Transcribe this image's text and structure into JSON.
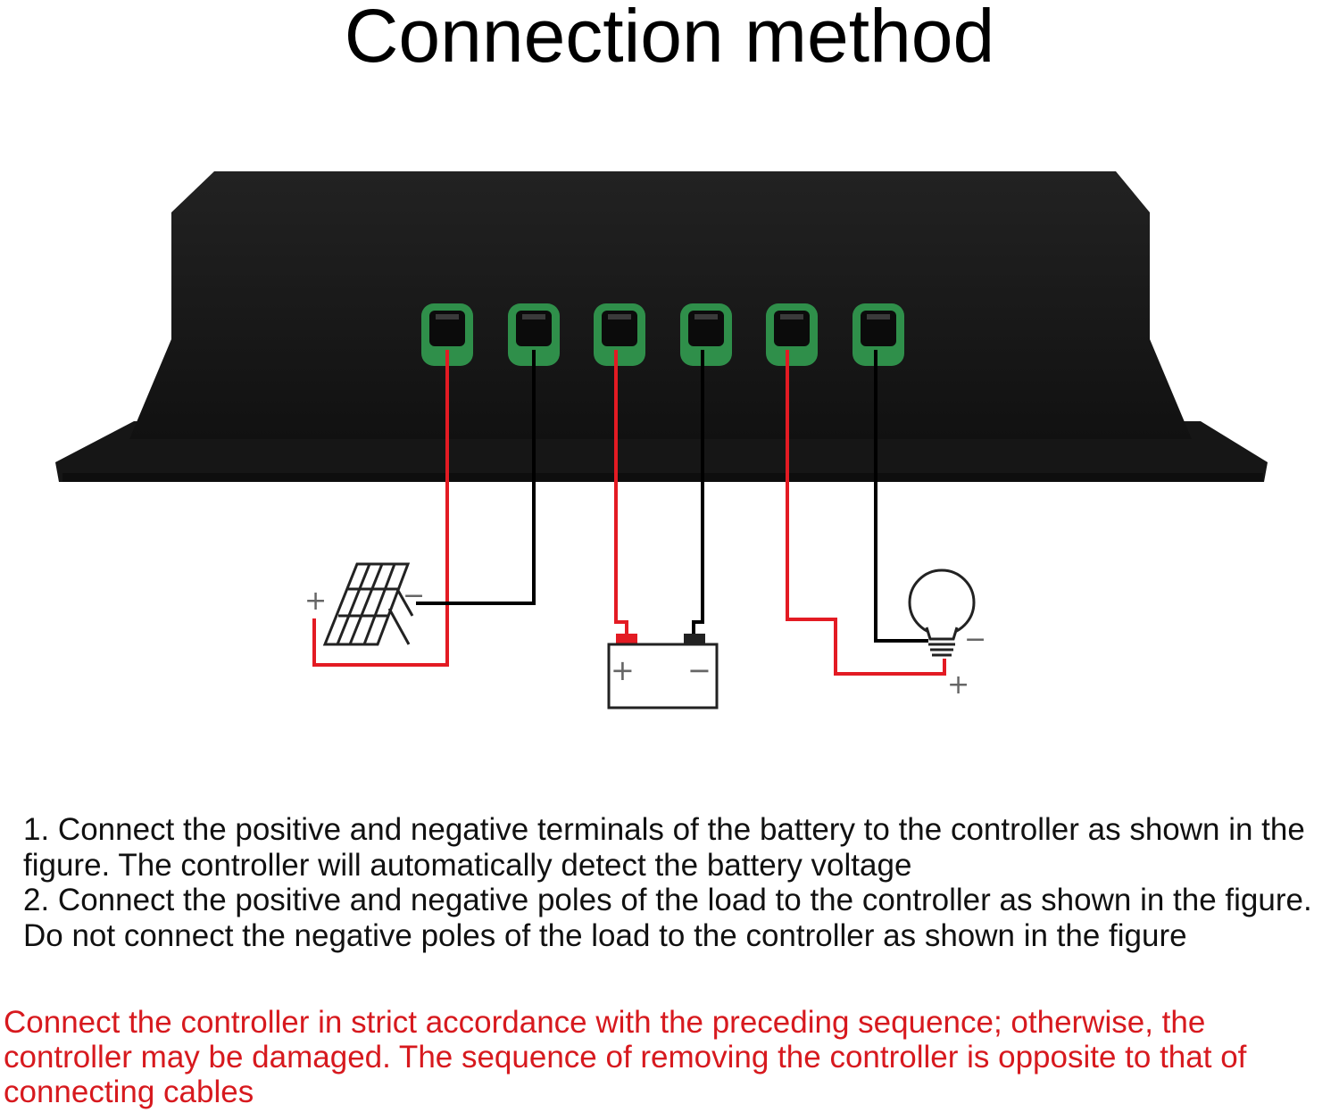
{
  "title": "Connection method",
  "colors": {
    "positive_wire": "#e31b23",
    "negative_wire": "#000000",
    "terminal_green": "#2f8f4a",
    "controller_body": "#1a1a1a",
    "warning_text": "#d7191e"
  },
  "terminals": [
    {
      "component": "solar-panel",
      "polarity": "positive"
    },
    {
      "component": "solar-panel",
      "polarity": "negative"
    },
    {
      "component": "battery",
      "polarity": "positive"
    },
    {
      "component": "battery",
      "polarity": "negative"
    },
    {
      "component": "load",
      "polarity": "positive"
    },
    {
      "component": "load",
      "polarity": "negative"
    }
  ],
  "labels": {
    "plus": "+",
    "minus": "−"
  },
  "instructions": [
    "1. Connect the positive and negative terminals of the battery to the controller as shown in the figure. The controller will automatically detect the battery voltage",
    "2. Connect the positive and negative poles of the load to the controller as shown in the figure. Do not connect the negative poles of the load to the controller as shown in the figure"
  ],
  "warning": "Connect the controller in strict accordance with the preceding sequence; otherwise, the controller may be damaged. The sequence of removing the controller is opposite to that of connecting cables"
}
